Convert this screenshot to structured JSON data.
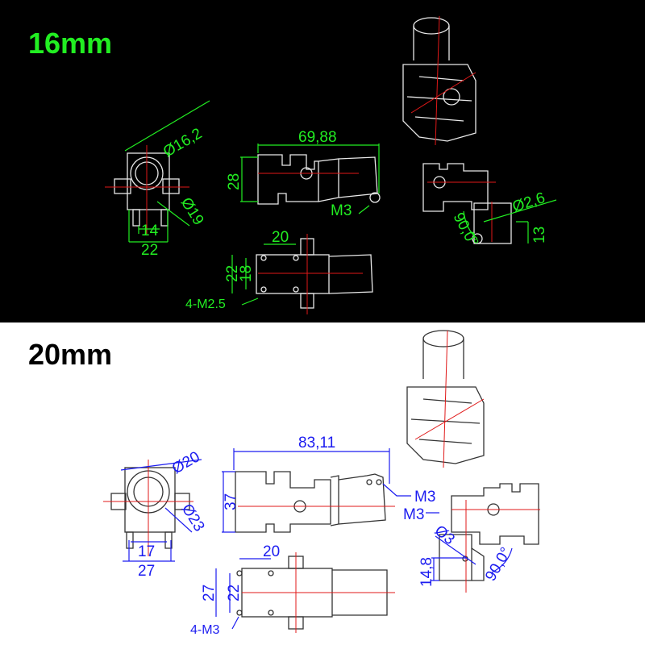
{
  "variants": [
    {
      "title": "16mm",
      "color": "#22ee22",
      "background": "#000000",
      "front_view": {
        "outer_diameter": "Ø16,2",
        "inner_diameter": "Ø19",
        "inner_width": "14",
        "outer_width": "22"
      },
      "side_view": {
        "length": "69,88",
        "height": "28",
        "thread": "M3"
      },
      "top_view": {
        "hole_spacing": "20",
        "outer_width": "22",
        "inner_width": "18",
        "holes": "4-M2.5"
      },
      "right_view": {
        "pin_diameter": "Ø2,6",
        "angle": "90,0°",
        "height": "13"
      }
    },
    {
      "title": "20mm",
      "color": "#1c1cf0",
      "background": "#ffffff",
      "front_view": {
        "outer_diameter": "Ø20",
        "inner_diameter": "Ø23",
        "inner_width": "17",
        "outer_width": "27"
      },
      "side_view": {
        "length": "83,11",
        "height": "37",
        "thread": "M3"
      },
      "top_view": {
        "hole_spacing": "20",
        "outer_width": "27",
        "inner_width": "22",
        "holes": "4-M3"
      },
      "right_view": {
        "thread": "M3",
        "pin_diameter": "Ø3",
        "height": "14,8",
        "angle": "90,0°"
      }
    }
  ]
}
